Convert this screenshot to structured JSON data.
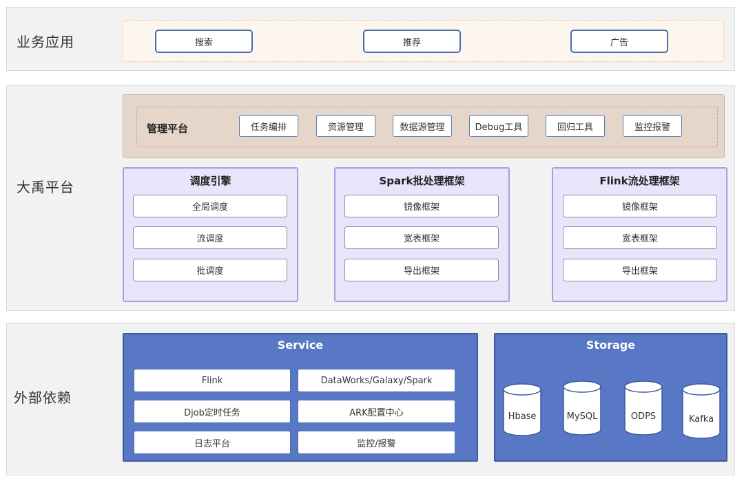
{
  "layers": {
    "business": {
      "title": "业务应用",
      "apps": [
        "搜索",
        "推荐",
        "广告"
      ]
    },
    "platform": {
      "title": "大禹平台",
      "management": {
        "title": "管理平台",
        "tools": [
          "任务编排",
          "资源管理",
          "数据源管理",
          "Debug工具",
          "回归工具",
          "监控报警"
        ]
      },
      "frameworks": [
        {
          "title": "调度引擎",
          "items": [
            "全局调度",
            "流调度",
            "批调度"
          ]
        },
        {
          "title": "Spark批处理框架",
          "items": [
            "镜像框架",
            "宽表框架",
            "导出框架"
          ]
        },
        {
          "title": "Flink流处理框架",
          "items": [
            "镜像框架",
            "宽表框架",
            "导出框架"
          ]
        }
      ]
    },
    "dependencies": {
      "title": "外部依赖",
      "service": {
        "title": "Service",
        "items": [
          "Flink",
          "DataWorks/Galaxy/Spark",
          "Djob定时任务",
          "ARK配置中心",
          "日志平台",
          "监控/报警"
        ]
      },
      "storage": {
        "title": "Storage",
        "items": [
          "Hbase",
          "MySQL",
          "ODPS",
          "Kafka"
        ]
      }
    }
  }
}
